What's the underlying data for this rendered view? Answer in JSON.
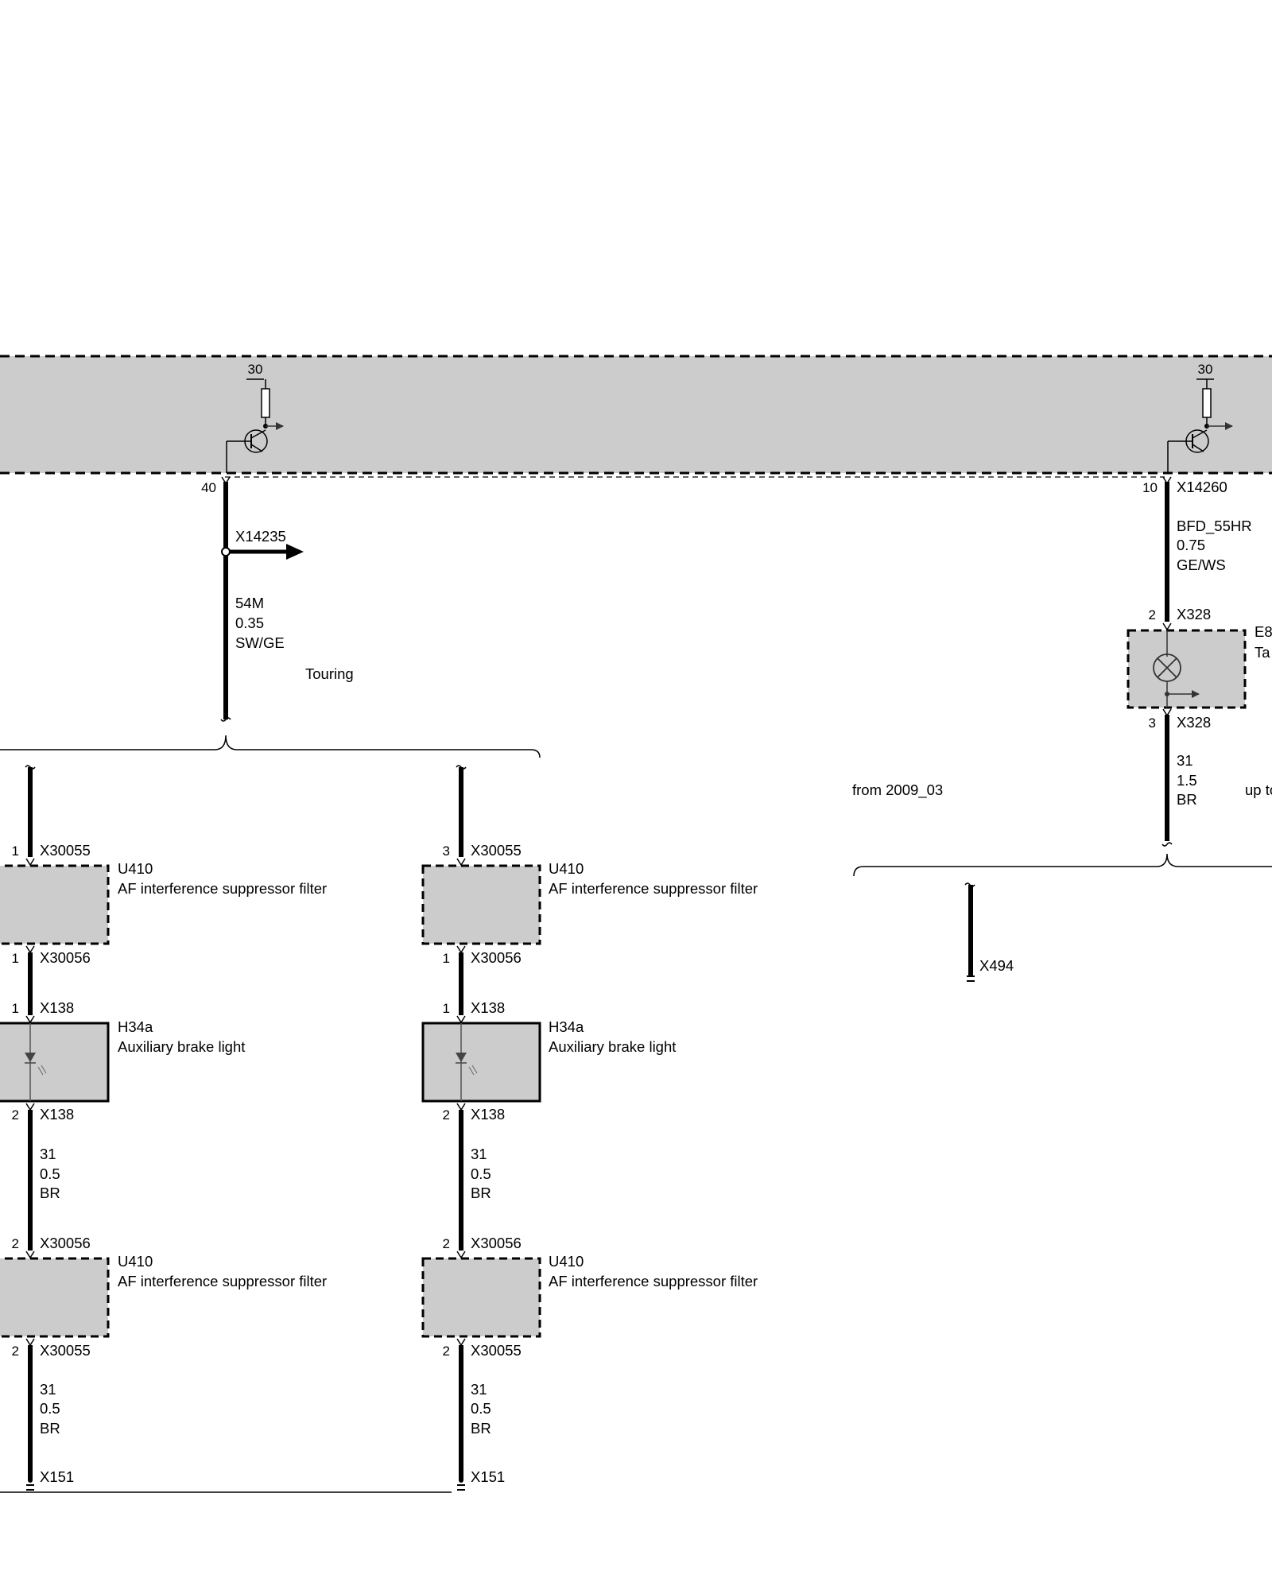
{
  "control_unit": {
    "supply_left": "30",
    "supply_right": "30",
    "pin_left": "40",
    "pin_right": "10",
    "connector_right": "X14260"
  },
  "left_branch": {
    "splice": "X14235",
    "wire": [
      "54M",
      "0.35",
      "SW/GE"
    ],
    "variant": "Touring"
  },
  "right_branch": {
    "wire_top": [
      "BFD_55HR",
      "0.75",
      "GE/WS"
    ],
    "lamp_pin_in": "2",
    "lamp_pin_out": "3",
    "lamp_connector": "X328",
    "lamp_label_partial": [
      "E8",
      "Ta"
    ],
    "wire_bottom": [
      "31",
      "1.5",
      "BR"
    ],
    "variant_from": "from 2009_03",
    "variant_upto_partial": "up to",
    "ground": "X494"
  },
  "columns": [
    {
      "filter_top_pin_in": "1",
      "filter_top_conn_in": "X30055",
      "filter_top_pin_out": "1",
      "filter_top_conn_out": "X30056",
      "filter_name": "U410",
      "filter_desc": "AF interference suppressor filter",
      "light_pin_in": "1",
      "light_pin_out": "2",
      "light_conn": "X138",
      "light_name": "H34a",
      "light_desc": "Auxiliary brake light",
      "wire_mid": [
        "31",
        "0.5",
        "BR"
      ],
      "filter_bot_pin_in": "2",
      "filter_bot_conn_in": "X30056",
      "filter_bot_pin_out": "2",
      "filter_bot_conn_out": "X30055",
      "wire_bottom": [
        "31",
        "0.5",
        "BR"
      ],
      "ground": "X151"
    },
    {
      "filter_top_pin_in": "3",
      "filter_top_conn_in": "X30055",
      "filter_top_pin_out": "1",
      "filter_top_conn_out": "X30056",
      "filter_name": "U410",
      "filter_desc": "AF interference suppressor filter",
      "light_pin_in": "1",
      "light_pin_out": "2",
      "light_conn": "X138",
      "light_name": "H34a",
      "light_desc": "Auxiliary brake light",
      "wire_mid": [
        "31",
        "0.5",
        "BR"
      ],
      "filter_bot_pin_in": "2",
      "filter_bot_conn_in": "X30056",
      "filter_bot_pin_out": "2",
      "filter_bot_conn_out": "X30055",
      "wire_bottom": [
        "31",
        "0.5",
        "BR"
      ],
      "ground": "X151"
    }
  ]
}
